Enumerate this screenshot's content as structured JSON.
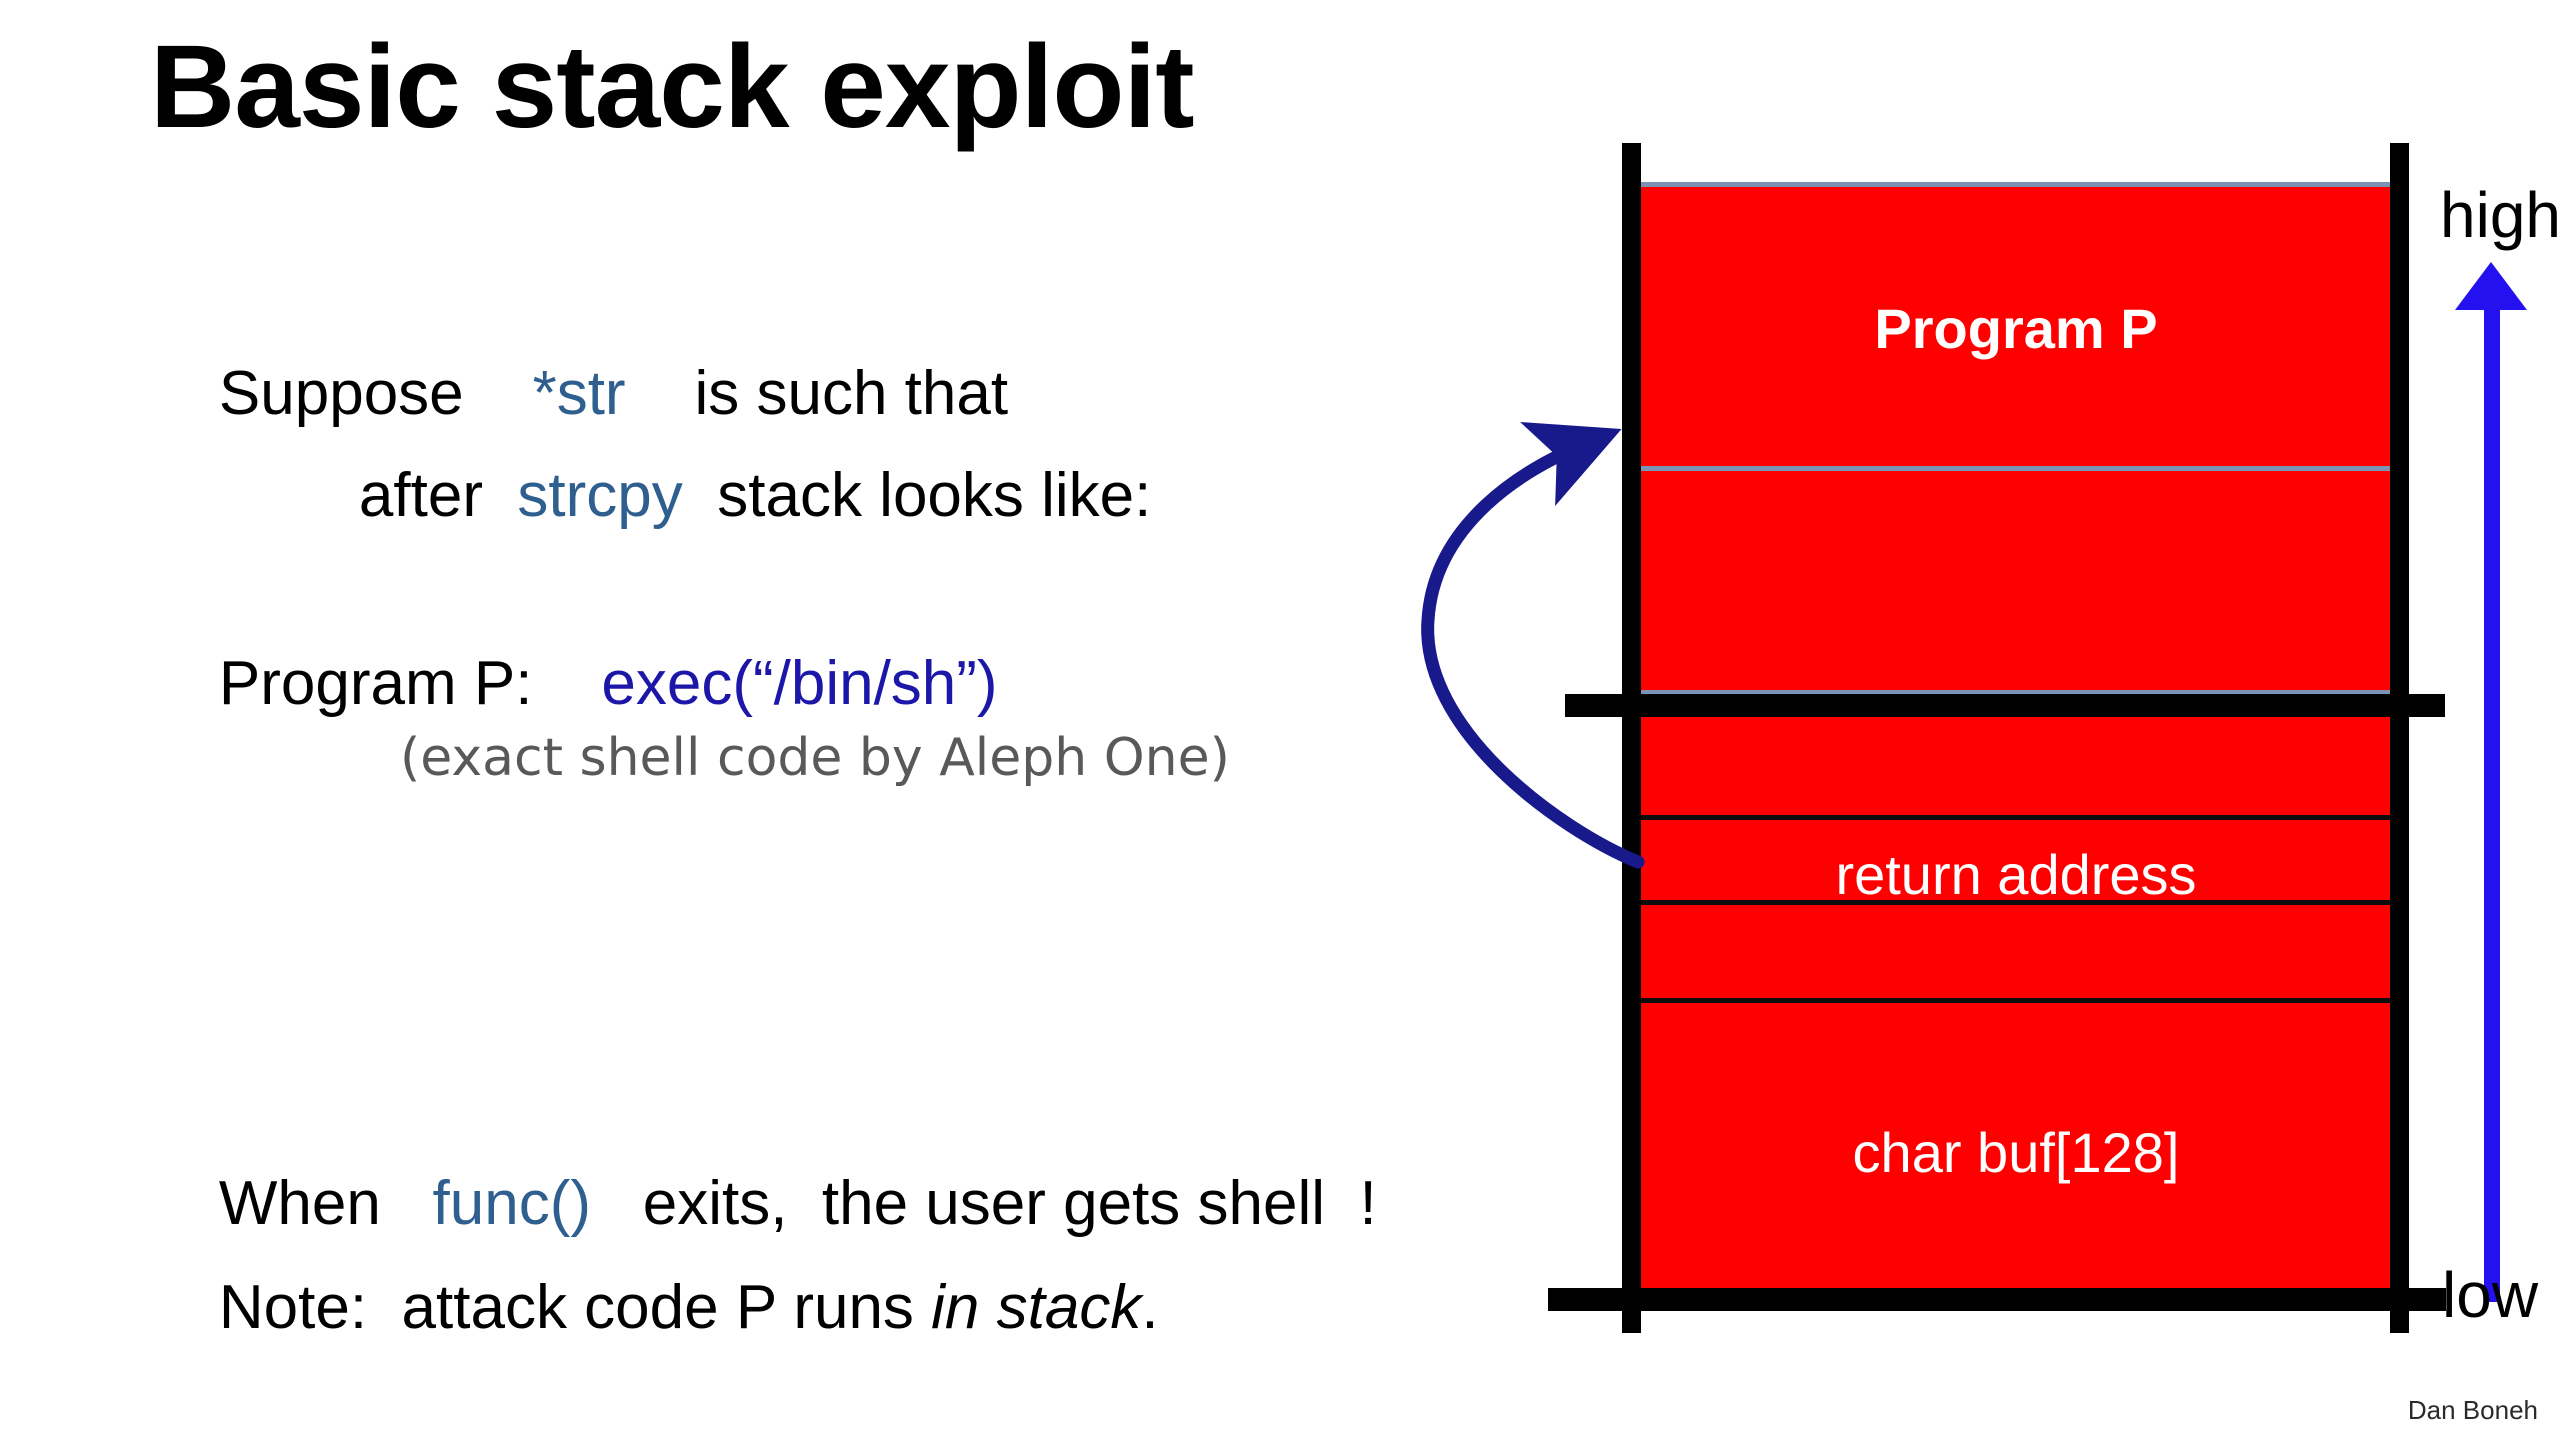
{
  "slide": {
    "title": "Basic stack exploit",
    "footer": "Dan Boneh",
    "background": "#ffffff"
  },
  "colors": {
    "stack_fill": "#FF0000",
    "steel_blue_keyword": "#2e5f8f",
    "navy_keyword": "#1c17a8",
    "arrow_blue": "#2510ef",
    "curve_arrow_navy": "#181a8c",
    "thin_blue_separator": "#7d93b5",
    "black": "#000000",
    "gray_note": "#595959"
  },
  "body": {
    "line_suppose": {
      "part1": "Suppose    ",
      "keyword": "*str",
      "part2": "    is such that"
    },
    "line_after": {
      "part1": "after  ",
      "keyword": "strcpy",
      "part2": "  stack looks like:"
    },
    "line_program": {
      "part1": "Program P:    ",
      "keyword": "exec(“/bin/sh”)"
    },
    "line_aleph": "(exact shell code by Aleph One)",
    "line_when": {
      "part1": "When   ",
      "keyword": "func()",
      "part2": "   exits,  the user gets shell  !"
    },
    "line_note": {
      "part1": "Note:  attack code P runs ",
      "italic": "in stack",
      "part2": "."
    }
  },
  "diagram": {
    "name": "stack-layout-diagram",
    "cells": [
      {
        "label": "Program P",
        "bold": true
      },
      {
        "label": "return address",
        "bold": false
      },
      {
        "label": "char buf[128]",
        "bold": false
      }
    ],
    "axis": {
      "high_label": "high",
      "low_label": "low",
      "direction": "up"
    },
    "curved_arrow": {
      "name": "overflow-arrow",
      "from": "return address region",
      "to": "Program P region"
    }
  }
}
